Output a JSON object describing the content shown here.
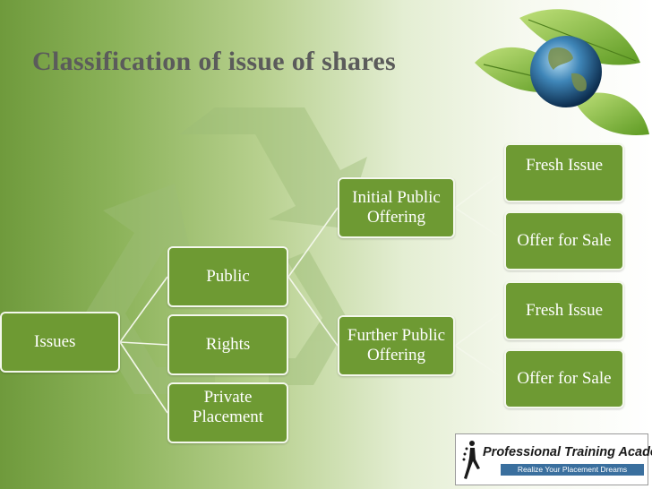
{
  "slide": {
    "title": "Classification of issue of shares"
  },
  "nodes": {
    "root": "Issues",
    "public": "Public",
    "rights": "Rights",
    "private_line1": "Private",
    "private_line2": "Placement",
    "ipo_line1": "Initial Public",
    "ipo_line2": "Offering",
    "fpo_line1": "Further Public",
    "fpo_line2": "Offering",
    "ipo_fresh": "Fresh Issue",
    "ipo_offer": "Offer for Sale",
    "fpo_fresh": "Fresh Issue",
    "fpo_offer": "Offer for Sale"
  },
  "logo": {
    "name": "Professional Training Academy",
    "tagline": "Realize Your Placement Dreams"
  },
  "colors": {
    "node_fill": "#6e9a33",
    "node_border": "#f4f8ec",
    "title": "#5b5b5b"
  }
}
